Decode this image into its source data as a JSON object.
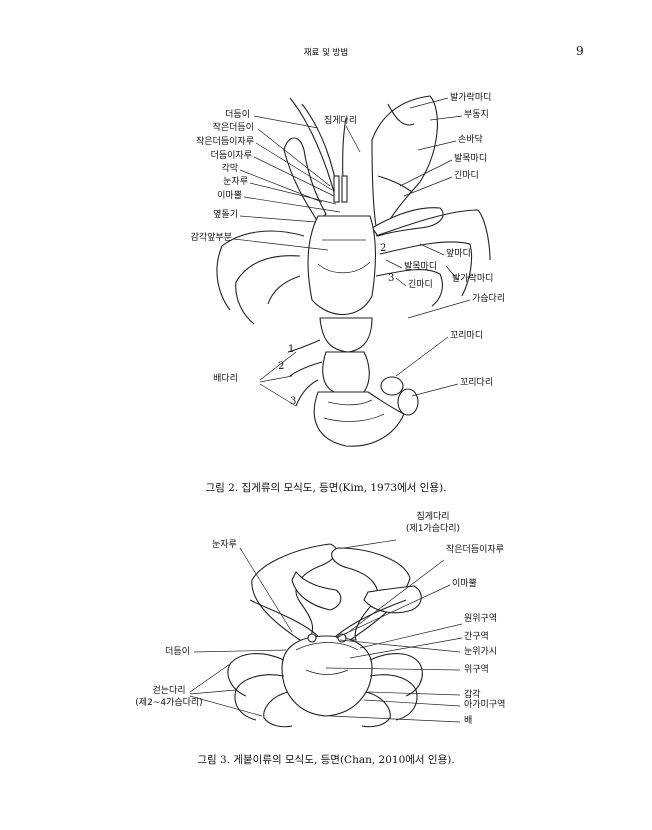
{
  "header": {
    "title": "재료 및 방법",
    "page_number": "9"
  },
  "figure2": {
    "labels_left": [
      "더듬이",
      "작은더듬이",
      "작은더듬이자루",
      "더듬이자루",
      "각막",
      "눈자루",
      "이마뿔",
      "옆돌기",
      "감각앞부분"
    ],
    "label_top": "집게다리",
    "labels_right": [
      "발가락마디",
      "부동지",
      "손바닥",
      "발목마디",
      "긴마디",
      "앞마디",
      "발목마디",
      "긴마디",
      "발가락마디",
      "가슴다리",
      "꼬리마디",
      "꼬리다리"
    ],
    "label_bottom_left": "배다리",
    "numbers": [
      "1",
      "2",
      "3",
      "2",
      "3"
    ],
    "caption": "그림 2.  집게류의 모식도, 등면(Kim, 1973에서 인용)."
  },
  "figure3": {
    "label_top": "집게다리",
    "label_top_sub": "(제1가슴다리)",
    "labels_left": [
      "눈자루",
      "더듬이",
      "걷는다리",
      "(제2~4가슴다리)"
    ],
    "labels_right": [
      "작은더듬이자루",
      "이마뿔",
      "원위구역",
      "간구역",
      "눈위가시",
      "위구역",
      "갑각",
      "아가미구역",
      "배"
    ],
    "caption": "그림 3.  게붙이류의 모식도, 등면(Chan, 2010에서 인용)."
  }
}
